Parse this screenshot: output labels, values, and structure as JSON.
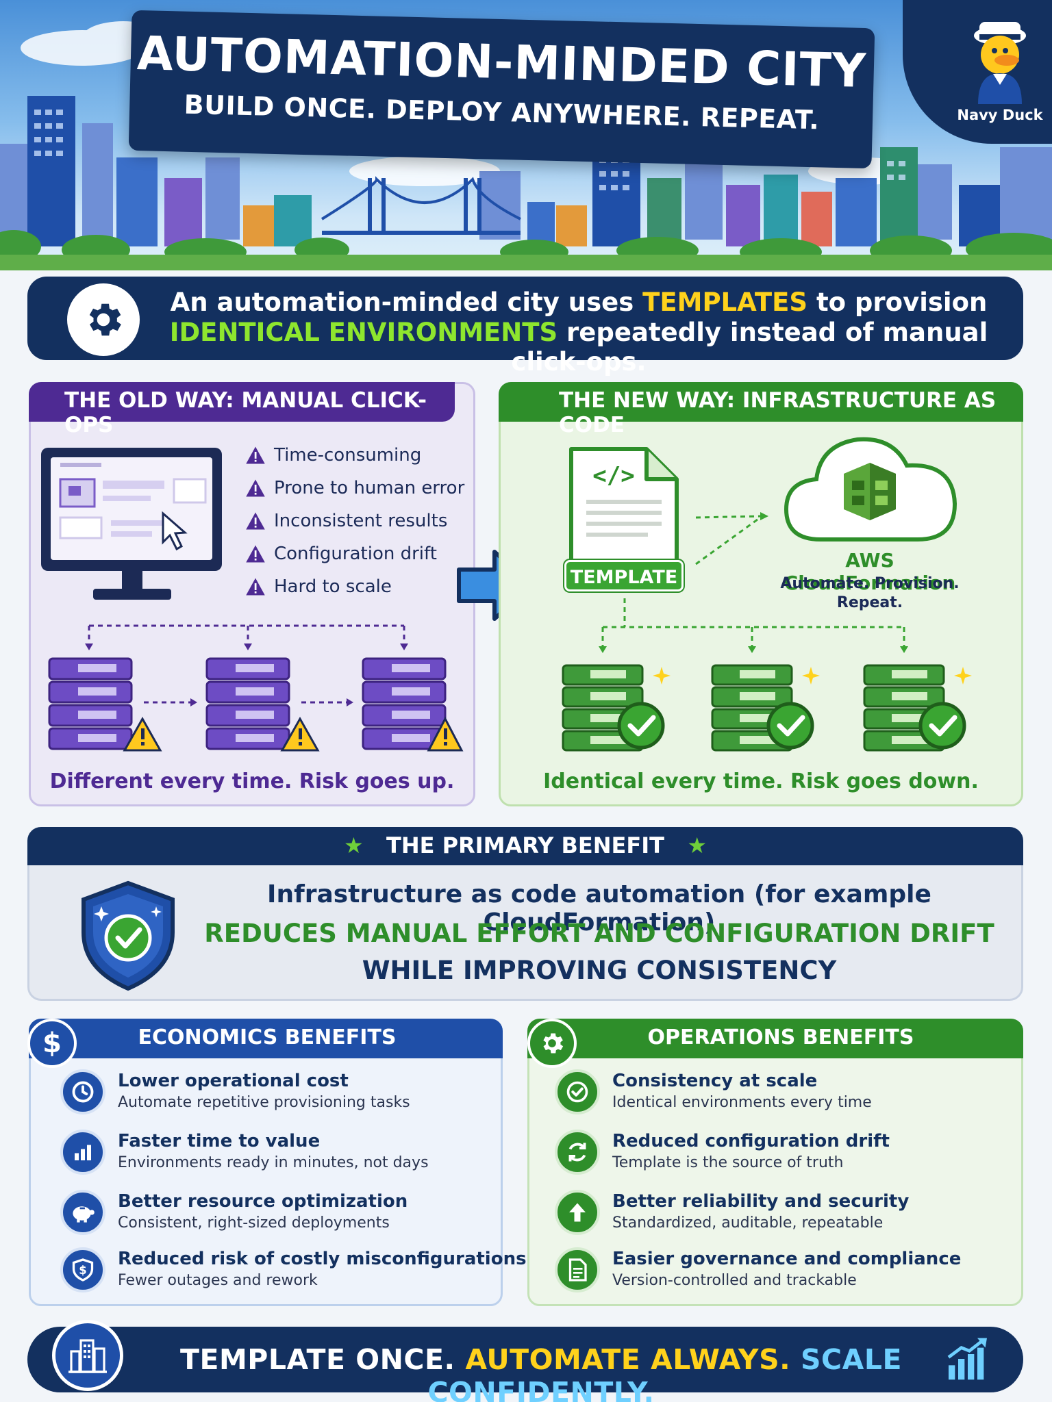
{
  "hero": {
    "title": "AUTOMATION-MINDED CITY",
    "subtitle": "BUILD ONCE. DEPLOY ANYWHERE. REPEAT.",
    "badge_label": "Navy Duck"
  },
  "intro": {
    "line1_a": "An automation-minded city uses ",
    "line1_highlight": "TEMPLATES",
    "line1_b": " to provision",
    "line2_highlight": "IDENTICAL ENVIRONMENTS",
    "line2_b": " repeatedly instead of manual click-ops."
  },
  "old_way": {
    "title": "THE OLD WAY: MANUAL CLICK-OPS",
    "risks": [
      "Time-consuming",
      "Prone to human error",
      "Inconsistent results",
      "Configuration drift",
      "Hard to scale"
    ],
    "caption": "Different every time. Risk goes up."
  },
  "new_way": {
    "title": "THE NEW WAY: INFRASTRUCTURE AS CODE",
    "template_label": "TEMPLATE",
    "service_name": "AWS CloudFormation",
    "service_tagline_1": "Automate. Provision.",
    "service_tagline_2": "Repeat.",
    "caption": "Identical every time. Risk goes down."
  },
  "primary_benefit": {
    "title": "THE PRIMARY BENEFIT",
    "line1": "Infrastructure as code automation (for example CloudFormation)",
    "line2": "REDUCES MANUAL EFFORT AND CONFIGURATION DRIFT",
    "line3": "WHILE IMPROVING CONSISTENCY"
  },
  "economics": {
    "title": "ECONOMICS BENEFITS",
    "badge_symbol": "$",
    "items": [
      {
        "title": "Lower operational cost",
        "sub": "Automate repetitive provisioning tasks",
        "icon": "clock-icon"
      },
      {
        "title": "Faster time to value",
        "sub": "Environments ready in minutes, not days",
        "icon": "bar-chart-icon"
      },
      {
        "title": "Better resource optimization",
        "sub": "Consistent, right-sized deployments",
        "icon": "piggy-bank-icon"
      },
      {
        "title": "Reduced risk of costly misconfigurations",
        "sub": "Fewer outages and rework",
        "icon": "shield-dollar-icon"
      }
    ]
  },
  "operations": {
    "title": "OPERATIONS BENEFITS",
    "items": [
      {
        "title": "Consistency at scale",
        "sub": "Identical environments every time",
        "icon": "check-icon"
      },
      {
        "title": "Reduced configuration drift",
        "sub": "Template is the source of truth",
        "icon": "sync-icon"
      },
      {
        "title": "Better reliability and security",
        "sub": "Standardized, auditable, repeatable",
        "icon": "arrow-up-icon"
      },
      {
        "title": "Easier governance and compliance",
        "sub": "Version-controlled and trackable",
        "icon": "document-icon"
      }
    ]
  },
  "footer": {
    "part1": "TEMPLATE ONCE. ",
    "part2": "AUTOMATE ALWAYS. ",
    "part3": "SCALE CONFIDENTLY."
  },
  "colors": {
    "navy": "#13305f",
    "purple": "#4e2a93",
    "green": "#2e8e2a",
    "blue": "#1f4fa8",
    "yellow": "#ffd21c",
    "lime": "#8ee62e"
  }
}
